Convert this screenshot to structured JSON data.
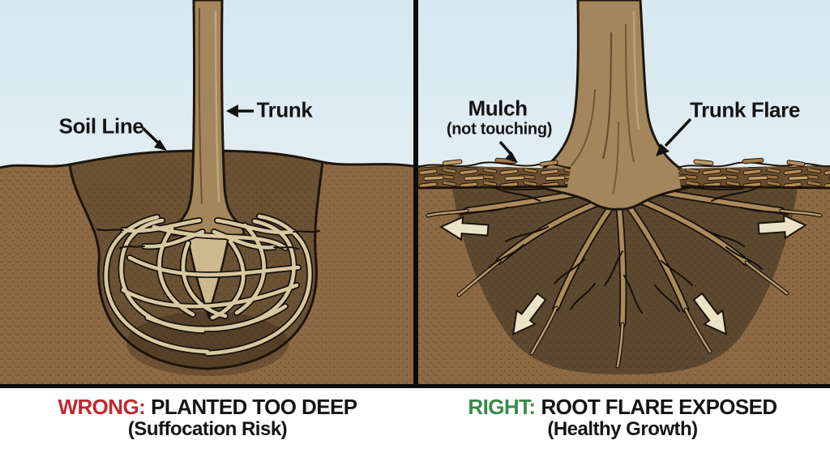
{
  "diagram": {
    "left": {
      "labels": {
        "soil_line": "Soil Line",
        "trunk": "Trunk"
      },
      "caption": {
        "verdict": "WRONG:",
        "title": "PLANTED TOO DEEP",
        "subtitle": "(Suffocation Risk)"
      }
    },
    "right": {
      "labels": {
        "mulch": "Mulch",
        "mulch_note": "(not touching)",
        "trunk_flare": "Trunk Flare"
      },
      "caption": {
        "verdict": "RIGHT:",
        "title": "ROOT FLARE EXPOSED",
        "subtitle": "(Healthy Growth)"
      }
    }
  },
  "icons": {
    "left_panel": [
      "soil-line-pointer-arrow",
      "trunk-pointer-arrow"
    ],
    "right_panel": [
      "mulch-pointer-arrow",
      "trunk-flare-pointer-arrow",
      "growth-arrow-left",
      "growth-arrow-right",
      "growth-arrow-down-left",
      "growth-arrow-down-right"
    ]
  },
  "colors": {
    "wrong_red": "#bf2a2e",
    "right_green": "#3a8a46",
    "caption_text": "#141414",
    "label_text": "#141414",
    "caption_bg": "#ffffff",
    "divider": "#0d0d0d",
    "sky_top": "#d6e7f0",
    "sky_bottom": "#f0f5f7",
    "soil": "#8d6a44",
    "hole_left": "#6a5234",
    "hole_right": "#5d4830",
    "trunk": "#a3865b",
    "trunk_below_ground": "#cdb98e",
    "root_cream": "#d8c7a0",
    "root_tan": "#a98b5d",
    "mulch_chip": "#b28a55",
    "growth_arrow": "#ebe3c6",
    "outline": "#1d140c"
  }
}
